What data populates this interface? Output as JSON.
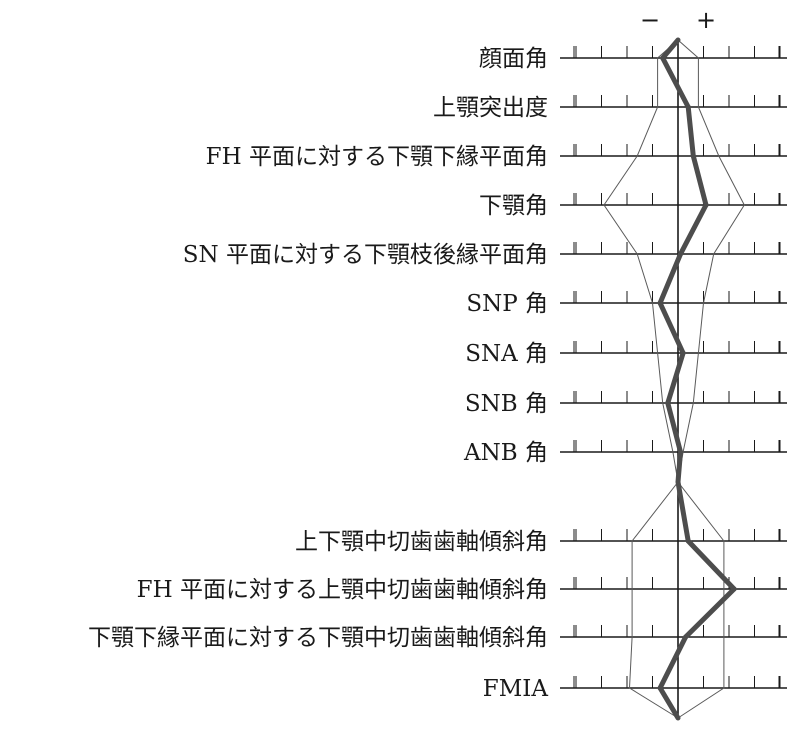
{
  "chart_data": {
    "type": "polygon-profile",
    "axis_signs": {
      "minus": "−",
      "plus": "+"
    },
    "rows": [
      {
        "label": "顔面角",
        "value": -0.6,
        "sd_min": -0.8,
        "sd_max": 0.8
      },
      {
        "label": "上顎突出度",
        "value": 0.4,
        "sd_min": -0.8,
        "sd_max": 0.8
      },
      {
        "label": "FH 平面に対する下顎下縁平面角",
        "value": 0.6,
        "sd_min": -1.6,
        "sd_max": 1.6
      },
      {
        "label": "下顎角",
        "value": 1.1,
        "sd_min": -2.9,
        "sd_max": 2.6
      },
      {
        "label": "SN 平面に対する下顎枝後縁平面角",
        "value": 0.1,
        "sd_min": -1.6,
        "sd_max": 1.4
      },
      {
        "label": "SNP 角",
        "value": -0.7,
        "sd_min": -1.0,
        "sd_max": 1.0
      },
      {
        "label": "SNA 角",
        "value": 0.2,
        "sd_min": -0.8,
        "sd_max": 0.8
      },
      {
        "label": "SNB 角",
        "value": -0.4,
        "sd_min": -0.6,
        "sd_max": 0.6
      },
      {
        "label": "ANB 角",
        "value": 0.1,
        "sd_min": -0.2,
        "sd_max": 0.2
      },
      {
        "label": "上下顎中切歯歯軸傾斜角",
        "value": 0.4,
        "sd_min": -1.8,
        "sd_max": 1.8
      },
      {
        "label": "FH 平面に対する上顎中切歯歯軸傾斜角",
        "value": 2.2,
        "sd_min": -1.8,
        "sd_max": 1.8
      },
      {
        "label": "下顎下縁平面に対する下顎中切歯歯軸傾斜角",
        "value": 0.3,
        "sd_min": -1.8,
        "sd_max": 1.8
      },
      {
        "label": "FMIA",
        "value": -0.7,
        "sd_min": -1.9,
        "sd_max": 1.8
      }
    ],
    "convergence_points": [
      {
        "after_row": 8,
        "value": 0.0
      },
      {
        "after_row": 12,
        "value": 0.0
      }
    ],
    "colors": {
      "axis": "#1a1a1a",
      "profile": "#4d4d4d",
      "band": "#5a5a5a",
      "text": "#1a1a1a"
    }
  }
}
